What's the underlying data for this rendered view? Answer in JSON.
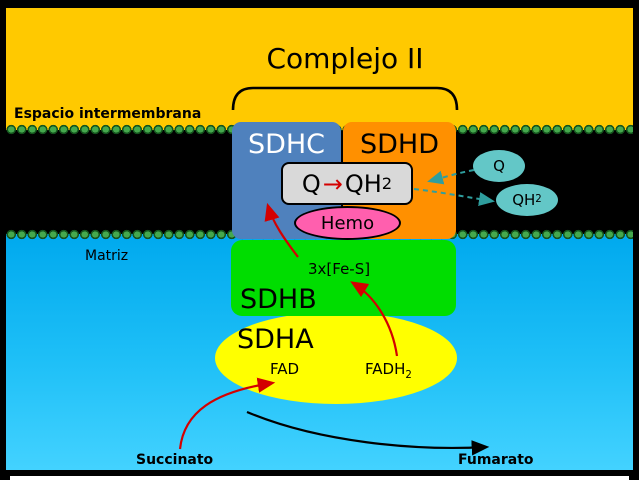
{
  "title": "Complejo II",
  "regions": {
    "intermembrane": "Espacio intermembrana",
    "matrix": "Matriz"
  },
  "subunits": {
    "sdhc": "SDHC",
    "sdhd": "SDHD",
    "sdhb": "SDHB",
    "sdha": "SDHA"
  },
  "reaction": {
    "q": "Q",
    "arrow": "→",
    "qh": "QH",
    "sub": "2"
  },
  "cofactors": {
    "heme": "Hemo",
    "iron_sulfur": "3x[Fe-S]",
    "fad": "FAD",
    "fadh": "FADH",
    "fadh_sub": "2"
  },
  "pool": {
    "q": "Q",
    "qh": "QH",
    "sub": "2"
  },
  "metabolites": {
    "substrate": "Succinato",
    "product": "Fumarato"
  },
  "colors": {
    "intermembrane_bg": "#ffc900",
    "matrix_bg": "#1fc0f7",
    "membrane": "#000000",
    "lipid_bead": "#45a84d",
    "sdhc": "#4f81bd",
    "sdhd": "#ff9000",
    "sdhb": "#00dd00",
    "sdha": "#ffff00",
    "heme": "#ff5fae",
    "reaction_box": "#d9d9d9",
    "quinone_pool": "#63c7c7",
    "electron_arrow": "#d40000",
    "quinone_arrow": "#2f9e9e",
    "product_arrow": "#000000"
  }
}
